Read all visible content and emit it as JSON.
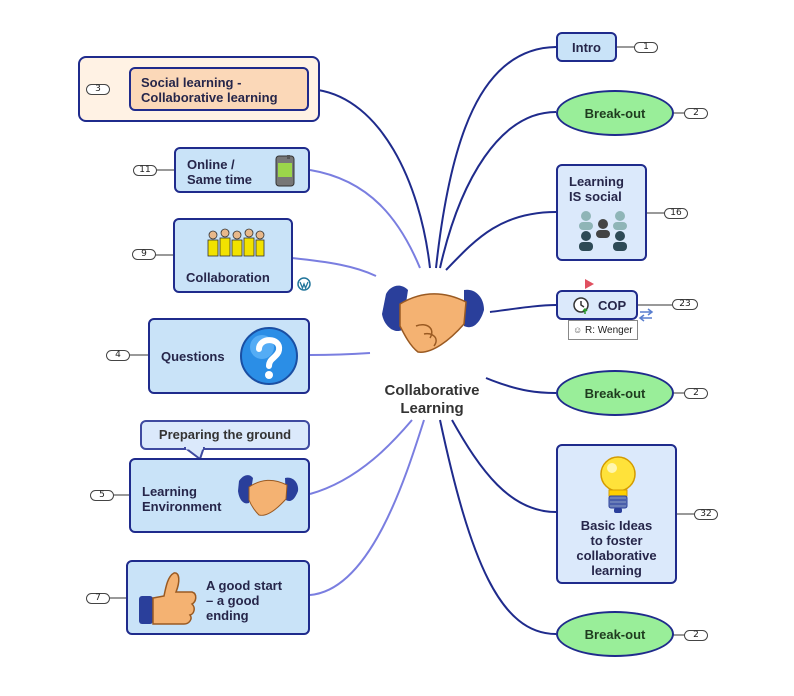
{
  "center": {
    "title": "Collaborative\nLearning",
    "icon": "handshake-icon"
  },
  "left_topics": [
    {
      "label": "Social learning -\nCollaborative learning",
      "count": "3"
    },
    {
      "label": "Online /\nSame time",
      "count": "11",
      "icon": "handheld-device-icon"
    },
    {
      "label": "Collaboration",
      "count": "9",
      "icon": "crowd-icon",
      "link_icon": "wordpress-icon"
    },
    {
      "label": "Questions",
      "count": "4",
      "icon": "question-mark-icon"
    },
    {
      "label": "Learning\nEnvironment",
      "count": "5",
      "icon": "handshake-icon",
      "callout": "Preparing the ground"
    },
    {
      "label": "A good start\n– a good\nending",
      "count": "7",
      "icon": "thumbs-up-icon"
    }
  ],
  "right_topics": [
    {
      "label": "Intro",
      "count": "1"
    },
    {
      "label": "Break-out",
      "count": "2"
    },
    {
      "label": "Learning\nIS social",
      "count": "16",
      "icon": "group-icon"
    },
    {
      "label": "COP",
      "count": "23",
      "icon": "clock-icon",
      "note": "R: Wenger"
    },
    {
      "label": "Break-out",
      "count": "2"
    },
    {
      "label": "Basic Ideas\nto foster\ncollaborative\nlearning",
      "count": "32",
      "icon": "light-bulb-icon"
    },
    {
      "label": "Break-out",
      "count": "2"
    }
  ],
  "colors": {
    "branch": "#1f2b8c",
    "branch_light": "#7a7ee0",
    "topic_fill": "#c9e3f8",
    "breakout_fill": "#99ee99",
    "social_fill": "#fde2c8"
  }
}
